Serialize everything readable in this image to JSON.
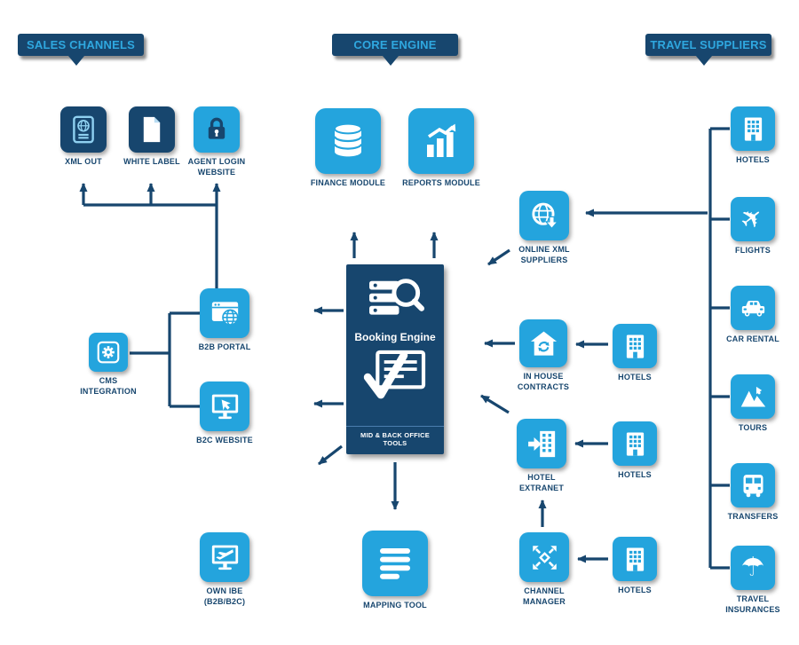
{
  "headers": {
    "sales_channels": "SALES CHANNELS",
    "core_engine": "CORE ENGINE",
    "travel_suppliers": "TRAVEL SUPPLIERS"
  },
  "nodes": {
    "xml_out": "XML OUT",
    "white_label": "WHITE LABEL",
    "agent_login_website": "AGENT LOGIN\nWEBSITE",
    "finance_module": "FINANCE MODULE",
    "reports_module": "REPORTS MODULE",
    "online_xml_suppliers": "ONLINE XML\nSUPPLIERS",
    "b2b_portal": "B2B PORTAL",
    "cms_integration": "CMS\nINTEGRATION",
    "b2c_website": "B2C WEBSITE",
    "booking_engine_title": "Booking Engine",
    "mid_back_office_tools": "MID & BACK OFFICE TOOLS",
    "in_house_contracts": "IN HOUSE\nCONTRACTS",
    "hotel_extranet": "HOTEL\nEXTRANET",
    "channel_manager": "CHANNEL\nMANAGER",
    "own_ibe": "OWN IBE\n(B2B/B2C)",
    "mapping_tool": "MAPPING TOOL",
    "hotels_inhouse": "HOTELS",
    "hotels_extranet": "HOTELS",
    "hotels_channel": "HOTELS",
    "sup_hotels": "HOTELS",
    "sup_flights": "FLIGHTS",
    "sup_car_rental": "CAR RENTAL",
    "sup_tours": "TOURS",
    "sup_transfers": "TRANSFERS",
    "sup_travel_insurances": "TRAVEL\nINSURANCES"
  },
  "icons": {
    "flights_glyph": "✈",
    "insurance_glyph": "☂"
  },
  "colors": {
    "navy": "#17466e",
    "bright_blue": "#24a4dd",
    "header_text": "#2fa8e0",
    "background": "#ffffff"
  }
}
